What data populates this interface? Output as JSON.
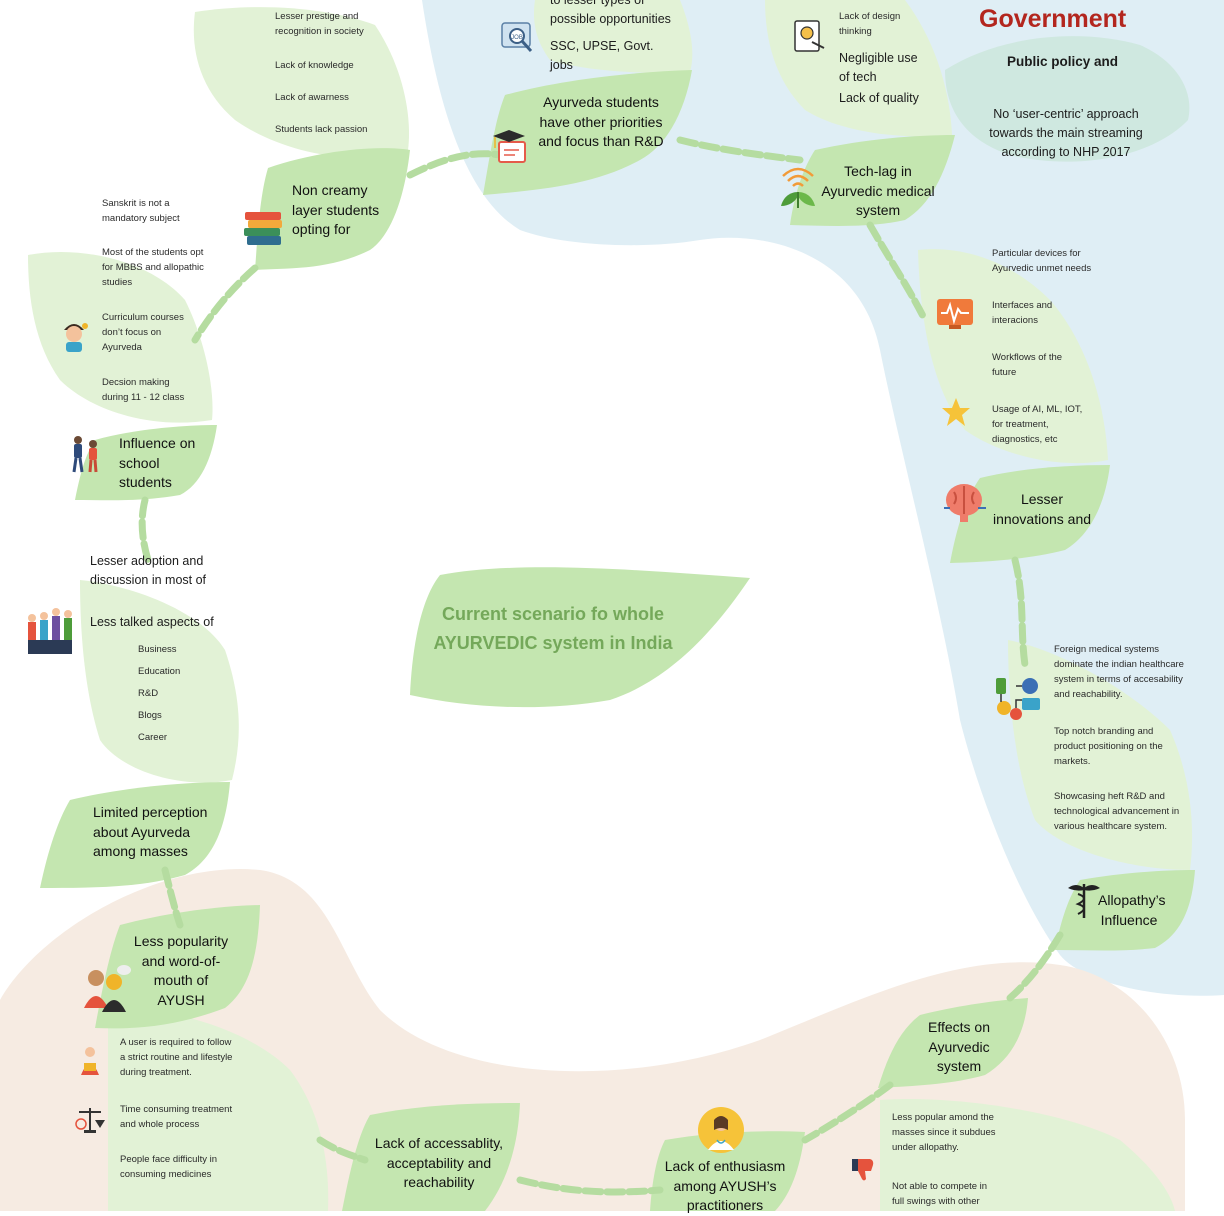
{
  "center_title": "Current scenario fo whole AYURVEDIC system in India",
  "government": {
    "title": "Government",
    "policy_heading": "Public policy and",
    "policy_text": "No ‘user-centric’ approach towards the main streaming according to NHP 2017"
  },
  "nodes": {
    "non_creamy": "Non creamy layer students opting for",
    "ayurveda_students": "Ayurveda students have other priorities and focus than R&D",
    "tech_lag": "Tech-lag in Ayurvedic medical system",
    "influence_school": "Influence on school students",
    "lesser_innovations": "Lesser innovations and",
    "limited_perception": "Limited perception about Ayurveda among masses",
    "allopathy_influence": "Allopathy’s Influence",
    "less_popularity": "Less popularity and word-of-mouth of AYUSH",
    "effects_on": "Effects on Ayurvedic system",
    "lack_accessibility": "Lack of accessablity, acceptability and reachability",
    "lack_enthusiasm": "Lack of enthusiasm among AYUSH’s practitioners"
  },
  "top_left_list": [
    "Lesser prestige and recognition in society",
    "Lack of knowledge",
    "Lack of awarness",
    "Students lack passion"
  ],
  "top_mid_list": [
    "to lesser types of possible opportunities",
    "SSC, UPSE, Govt. jobs"
  ],
  "top_right_list": [
    "Lack of design thinking",
    "Negligible use of tech",
    "Lack of quality"
  ],
  "left_list": [
    "Sanskrit is not a mandatory subject",
    "Most of the students opt for MBBS and allopathic studies",
    "Curriculum courses don’t focus on Ayurveda",
    "Decsion making during 11 - 12 class"
  ],
  "right_list": [
    "Particular devices for Ayurvedic unmet needs",
    "Interfaces and interacions",
    "Workflows of the future",
    "Usage of AI, ML, IOT, for treatment, diagnostics, etc"
  ],
  "adoption": {
    "line1": "Lesser adoption and discussion in most of",
    "line2": "Less talked aspects of",
    "items": [
      "Business",
      "Education",
      "R&D",
      "Blogs",
      "Career"
    ]
  },
  "foreign_list": [
    "Foreign medical systems dominate the indian healthcare system in terms of accesability and reachability.",
    "Top notch branding and product positioning on the markets.",
    "Showcasing heft R&D and technological advancement in various healthcare system."
  ],
  "bottom_left_list": [
    "A user is required to follow a strict routine and lifestyle during treatment.",
    "Time consuming treatment and whole process",
    "People face difficulty in consuming medicines"
  ],
  "bottom_right_list": [
    "Less popular amond the masses since it subdues under allopathy.",
    "Not able to compete in full swings with other"
  ],
  "icon_labels": {
    "job": "JOB"
  },
  "icons": [
    "job-search-icon",
    "graduation-cap-icon",
    "design-thinking-icon",
    "wifi-plant-icon",
    "books-icon",
    "confused-boy-icon",
    "ecg-monitor-icon",
    "star-icon",
    "students-icon",
    "brain-icon",
    "family-icon",
    "devices-network-icon",
    "caduceus-icon",
    "people-talking-icon",
    "person-icon",
    "scales-icon",
    "doctor-icon",
    "thumbs-down-icon"
  ],
  "colors": {
    "leaf": "#c4e6b0",
    "leaf_light": "#e2f2d6",
    "gov_bg": "#dfeef5",
    "bottom_bg": "#f6ebe2",
    "title_green": "#74a85a",
    "gov_red": "#b3261e"
  }
}
